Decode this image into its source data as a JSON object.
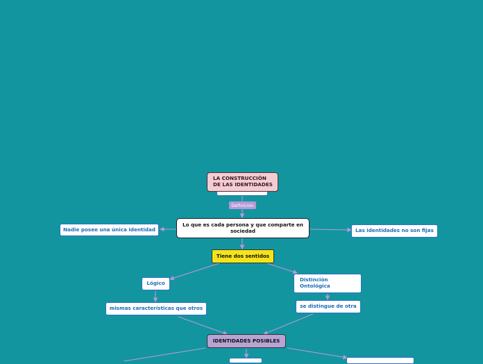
{
  "nodes": {
    "root": "LA CONSTRUCCIÓN\nDE LAS IDENTIDADES",
    "definition_tag": "Definición",
    "definition": "Lo que es cada persona y que comparte en sociedad",
    "left_leaf": "Nadie posee una única identidad",
    "right_leaf": "Las identidades no son fijas",
    "two_senses": "Tiene dos sentidos",
    "logical": "Lógico",
    "ontological": "Distinción\nOntológica",
    "same_traits": "mismas características que otros",
    "distinguishes": "se distingue de otra",
    "possible": "IDENTIDADES POSIBLES"
  },
  "colors": {
    "background": "#1395a0",
    "connector": "#b79ad2",
    "node_border": "#2a72c8",
    "node_text": "#1c6cb8",
    "root_fill": "#f2cdd2",
    "senses_fill": "#f5e31a",
    "possible_fill": "#b7a3d4"
  }
}
